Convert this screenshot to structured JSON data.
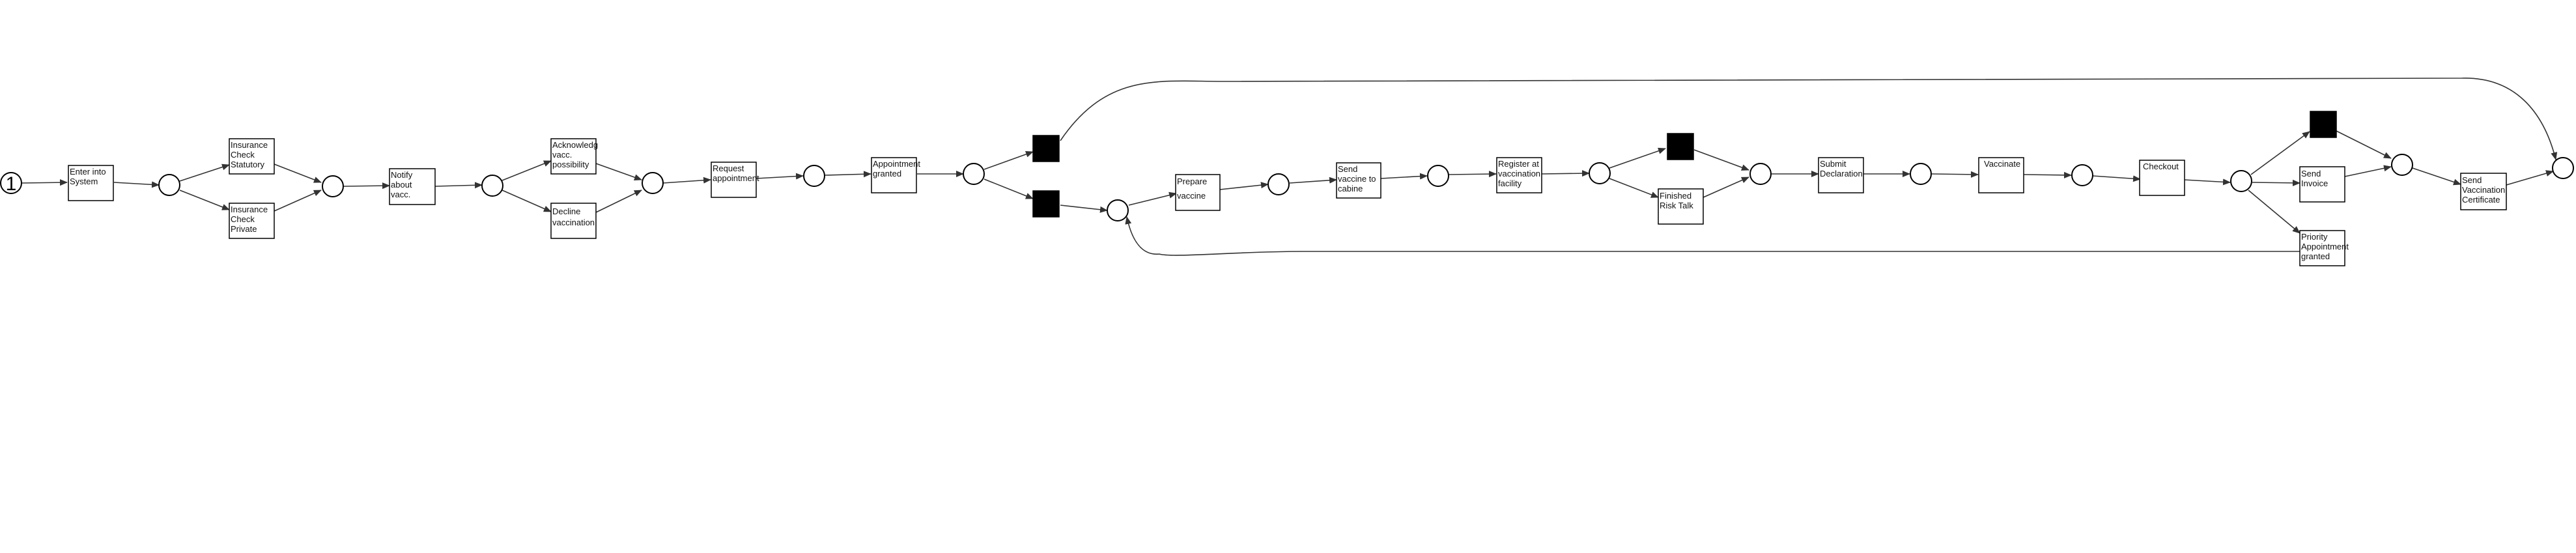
{
  "diagram": {
    "initial_marking": "1",
    "transitions": {
      "enter_into_system": [
        "Enter into",
        "System"
      ],
      "insurance_check_statutory": [
        "Insurance",
        "Check",
        "Statutory"
      ],
      "insurance_check_private": [
        "Insurance",
        "Check",
        "Private"
      ],
      "notify_about_vacc": [
        "Notify",
        "about",
        "vacc."
      ],
      "acknowledge_vacc_possibility": [
        "Acknowledg",
        "vacc.",
        "possibility"
      ],
      "decline_vaccination": [
        "Decline",
        "vaccination"
      ],
      "request_appointment": [
        "Request",
        "appointment"
      ],
      "appointment_granted": [
        "Appointment",
        "granted"
      ],
      "prepare_vaccine": [
        "Prepare",
        "vaccine"
      ],
      "send_vaccine_to_cabine": [
        "Send",
        "vaccine to",
        "cabine"
      ],
      "register_at_vaccination_facility": [
        "Register at",
        "vaccination",
        "facility"
      ],
      "finished_risk_talk": [
        "Finished",
        "Risk Talk"
      ],
      "submit_declaration": [
        "Submit",
        "Declaration"
      ],
      "vaccinate": [
        "Vaccinate"
      ],
      "checkout": [
        "Checkout"
      ],
      "send_invoice": [
        "Send",
        "Invoice"
      ],
      "priority_appointment_granted": [
        "Priority",
        "Appointment",
        "granted"
      ],
      "send_vaccination_certificate": [
        "Send",
        "Vaccination",
        "Certificate"
      ]
    }
  }
}
